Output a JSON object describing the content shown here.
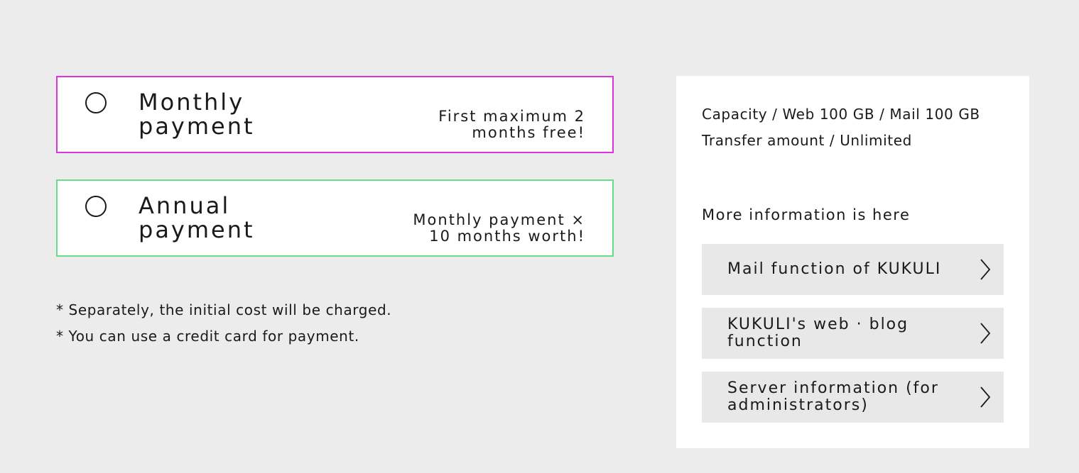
{
  "plans": [
    {
      "title_line1": "Monthly",
      "title_line2": "payment",
      "note_line1": "First maximum 2",
      "note_line2": "months free!",
      "border_color": "#dd33dd"
    },
    {
      "title_line1": "Annual",
      "title_line2": "payment",
      "note_line1": "Monthly payment ×",
      "note_line2": "10 months worth!",
      "border_color": "#66dd88"
    }
  ],
  "notes": [
    "* Separately, the initial cost will be charged.",
    "* You can use a credit card for payment."
  ],
  "info": {
    "capacity": "Capacity / Web 100 GB / Mail 100 GB",
    "transfer": "Transfer amount / Unlimited",
    "more_info": "More information is here",
    "links": [
      {
        "label": "Mail function of KUKULI",
        "icon": "chevron-right-icon"
      },
      {
        "label": "KUKULI's web · blog function",
        "icon": "chevron-right-icon"
      },
      {
        "label": "Server information (for administrators)",
        "icon": "chevron-right-icon"
      }
    ]
  }
}
